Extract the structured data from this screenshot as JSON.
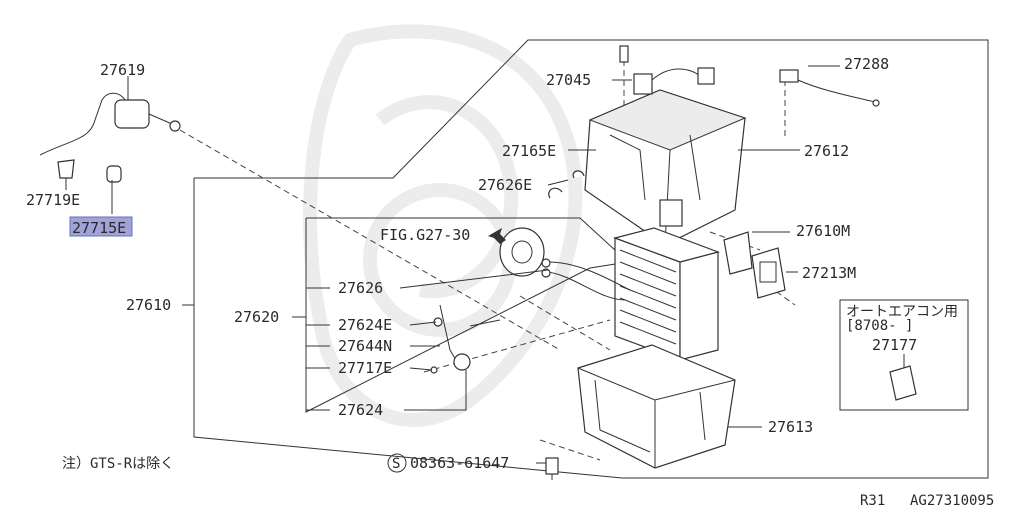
{
  "labels": {
    "p27619": "27619",
    "p27719e": "27719E",
    "p27715e": "27715E",
    "p27610": "27610",
    "p27620": "27620",
    "p27626": "27626",
    "p27624e": "27624E",
    "p27644n": "27644N",
    "p27717e": "27717E",
    "p27624": "27624",
    "p27045": "27045",
    "p27165e": "27165E",
    "p27626e": "27626E",
    "p27288": "27288",
    "p27612": "27612",
    "p27610m": "27610M",
    "p27213m": "27213M",
    "p27613": "27613",
    "p27177": "27177",
    "fig_ref": "FIG.G27-30",
    "bolt_circle": "S",
    "bolt_number": "08363-61647"
  },
  "inset": {
    "line1": "オートエアコン用",
    "line2": "[8708-     ]"
  },
  "note": "注）GTS-Rは除く",
  "footer": {
    "model": "R31",
    "code": "AG27310095"
  },
  "colors": {
    "highlight": "#9fa3d8",
    "highlight_border": "#6a6fb8",
    "ink": "#333333"
  }
}
